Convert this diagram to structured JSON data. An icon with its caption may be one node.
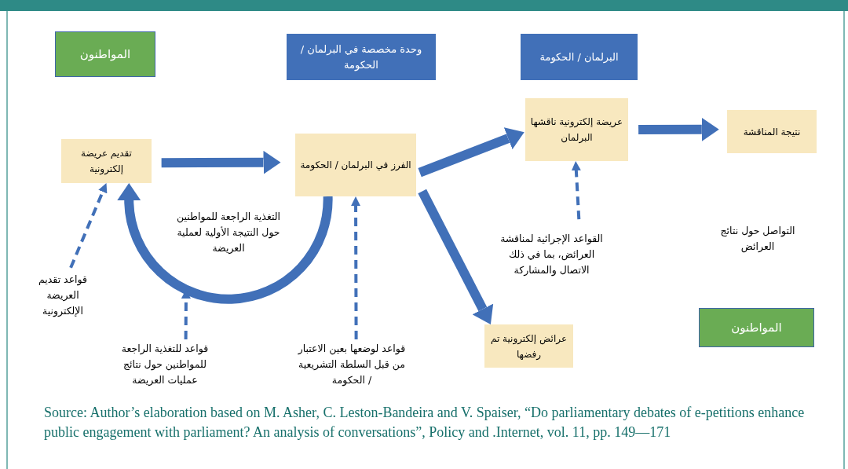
{
  "diagram": {
    "caption": "Source: Author’s elaboration based on M. Asher, C. Leston-Bandeira and V. Spaiser, “Do parliamentary debates of e-petitions enhance public engagement with parliament? An analysis of conversations”, Policy and .Internet, vol. 11, pp. 149—171",
    "nodes": [
      {
        "text": [
          "المواطنون"
        ]
      },
      {
        "text": [
          "وحدة مخصصة في البرلمان / الحكومة"
        ]
      },
      {
        "text": [
          "البرلمان / الحكومة"
        ]
      },
      {
        "text": [
          "تقديم عريضة إلكترونية"
        ]
      },
      {
        "text": [
          "الفرز في البرلمان / الحكومة"
        ]
      },
      {
        "text": [
          "عريضة إلكترونية ناقشها البرلمان"
        ]
      },
      {
        "text": [
          "نتيجة المناقشة"
        ]
      },
      {
        "text": [
          "عرائض إلكترونية تم رفضها"
        ]
      },
      {
        "text": [
          "المواطنون"
        ]
      },
      {
        "text": [
          "قواعد تقديم العريضة الإلكترونية"
        ]
      },
      {
        "text": [
          "قواعد للتغذية الراجعة للمواطنين حول نتائج عمليات العريضة"
        ]
      },
      {
        "text": [
          "قواعد لوضعها بعين الاعتبار من قبل السلطة التشريعية / الحكومة"
        ]
      },
      {
        "text": [
          "القواعد الإجرائية لمناقشة العرائض، بما في ذلك الاتصال والمشاركة"
        ]
      }
    ],
    "edges": [
      {
        "from": 3,
        "to": 4,
        "arrow": "to"
      },
      {
        "from": 4,
        "to": 5,
        "arrow": "to"
      },
      {
        "from": 5,
        "to": 6,
        "arrow": "to"
      },
      {
        "from": 4,
        "to": 7,
        "arrow": "to"
      },
      {
        "from": 4,
        "to": 3,
        "arrow": "to",
        "label": "التغذية الراجعة للمواطنين حول النتيجة الأولية لعملية العريضة"
      },
      {
        "from": 9,
        "to": 3,
        "arrow": "to",
        "style": "dashed"
      },
      {
        "from": 10,
        "to": null,
        "arrow": "to",
        "style": "dashed"
      },
      {
        "from": 11,
        "to": 4,
        "arrow": "to",
        "style": "dashed"
      },
      {
        "from": 12,
        "to": 5,
        "arrow": "to",
        "style": "dashed"
      }
    ],
    "labels": [
      "التواصل حول نتائج العرائض"
    ]
  }
}
